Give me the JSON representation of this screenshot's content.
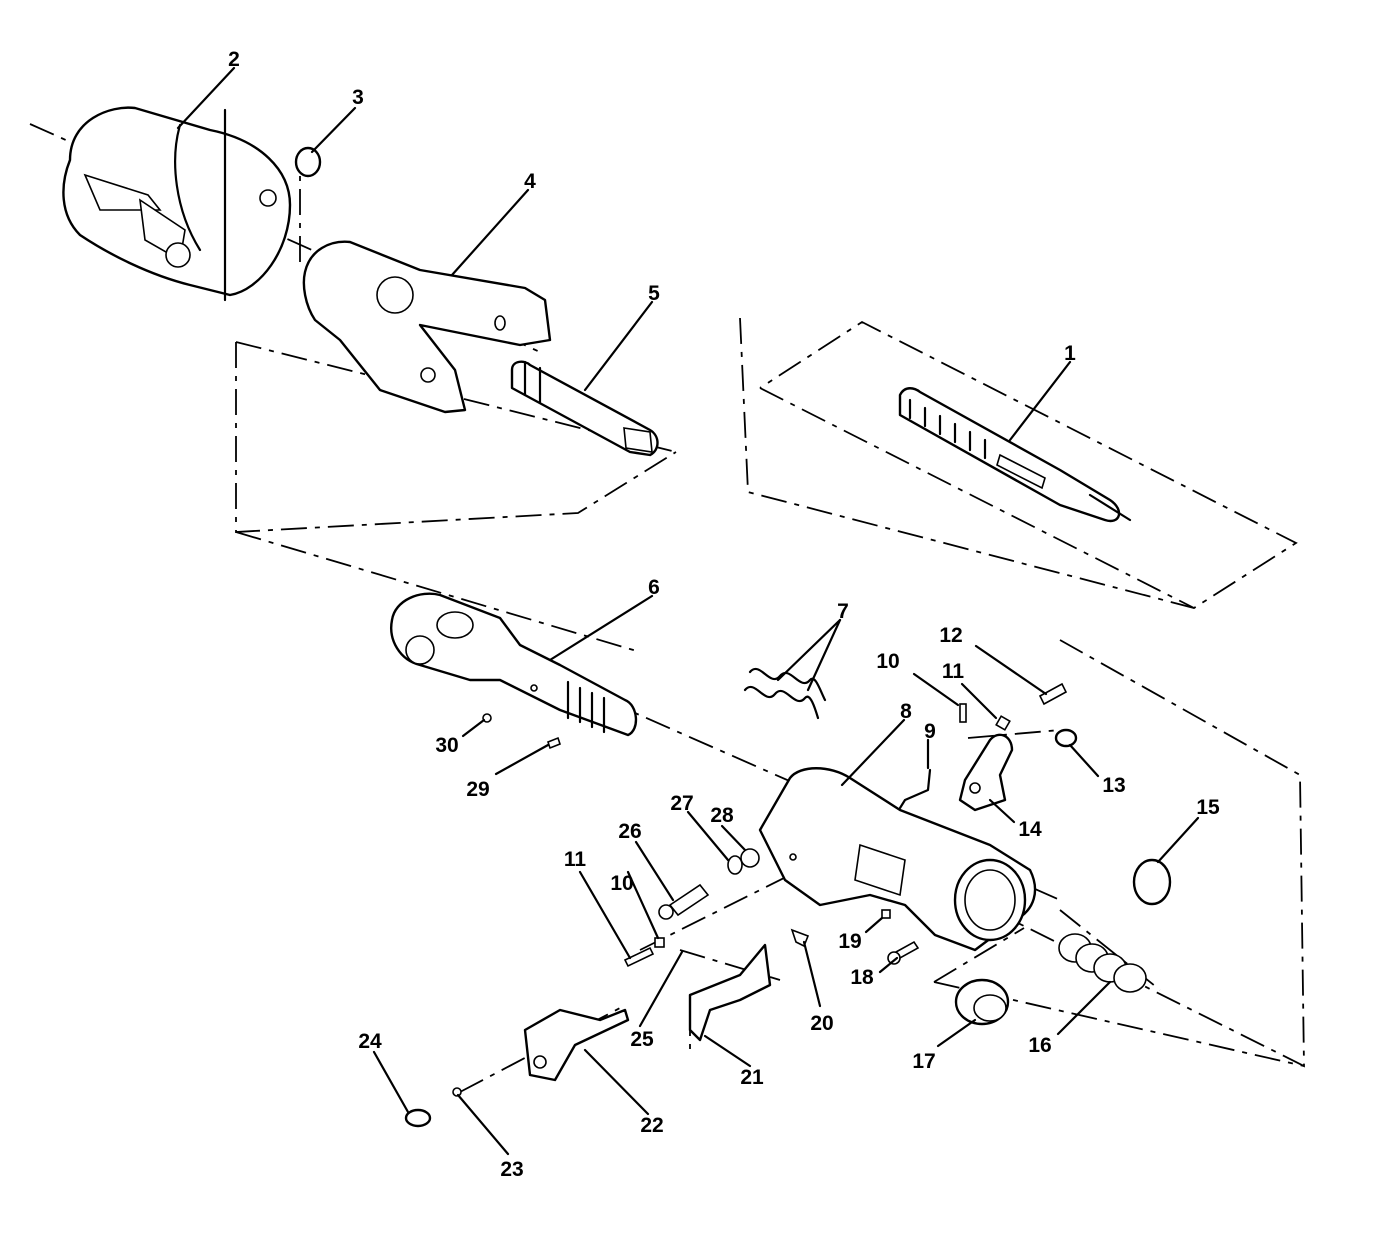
{
  "callouts": [
    {
      "id": "1",
      "text": "1"
    },
    {
      "id": "2",
      "text": "2"
    },
    {
      "id": "3",
      "text": "3"
    },
    {
      "id": "4",
      "text": "4"
    },
    {
      "id": "5",
      "text": "5"
    },
    {
      "id": "6",
      "text": "6"
    },
    {
      "id": "7",
      "text": "7"
    },
    {
      "id": "8",
      "text": "8"
    },
    {
      "id": "9",
      "text": "9"
    },
    {
      "id": "10a",
      "text": "10"
    },
    {
      "id": "10b",
      "text": "10"
    },
    {
      "id": "11a",
      "text": "11"
    },
    {
      "id": "11b",
      "text": "11"
    },
    {
      "id": "12",
      "text": "12"
    },
    {
      "id": "13",
      "text": "13"
    },
    {
      "id": "14",
      "text": "14"
    },
    {
      "id": "15",
      "text": "15"
    },
    {
      "id": "16",
      "text": "16"
    },
    {
      "id": "17",
      "text": "17"
    },
    {
      "id": "18",
      "text": "18"
    },
    {
      "id": "19",
      "text": "19"
    },
    {
      "id": "20",
      "text": "20"
    },
    {
      "id": "21",
      "text": "21"
    },
    {
      "id": "22",
      "text": "22"
    },
    {
      "id": "23",
      "text": "23"
    },
    {
      "id": "24",
      "text": "24"
    },
    {
      "id": "25",
      "text": "25"
    },
    {
      "id": "26",
      "text": "26"
    },
    {
      "id": "27",
      "text": "27"
    },
    {
      "id": "28",
      "text": "28"
    },
    {
      "id": "29",
      "text": "29"
    },
    {
      "id": "30",
      "text": "30"
    }
  ]
}
